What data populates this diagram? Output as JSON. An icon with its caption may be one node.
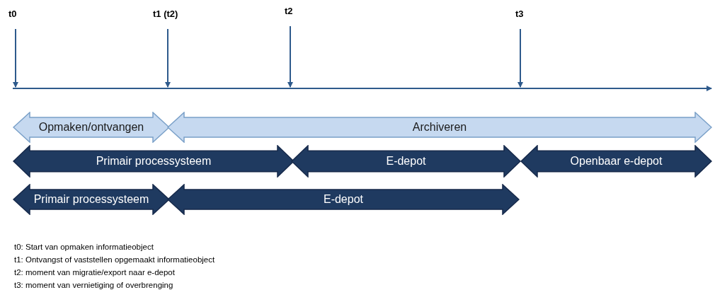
{
  "diagram": {
    "nodes": [
      {
        "text": [
          "t0"
        ]
      },
      {
        "text": [
          "t1 (t2)"
        ]
      },
      {
        "text": [
          "t2"
        ]
      },
      {
        "text": [
          "t3"
        ]
      },
      {
        "text": [
          "Opmaken/ontvangen"
        ]
      },
      {
        "text": [
          "Archiveren"
        ]
      },
      {
        "text": [
          "Primair processysteem"
        ]
      },
      {
        "text": [
          "E-depot"
        ]
      },
      {
        "text": [
          "Openbaar e-depot"
        ]
      },
      {
        "text": [
          "Primair processysteem"
        ]
      },
      {
        "text": [
          "E-depot"
        ]
      }
    ],
    "edges": [
      {
        "from": 0,
        "to": null,
        "arrow": "to"
      },
      {
        "from": 1,
        "to": null,
        "arrow": "to"
      },
      {
        "from": 2,
        "to": null,
        "arrow": "to"
      },
      {
        "from": 3,
        "to": null,
        "arrow": "to"
      }
    ],
    "labels": [
      "t0: Start van opmaken informatieobject",
      "t1: Ontvangst of vaststellen opgemaakt informatieobject",
      "t2: moment van migratie/export naar e-depot",
      "t3: moment van vernietiging of overbrenging"
    ]
  }
}
